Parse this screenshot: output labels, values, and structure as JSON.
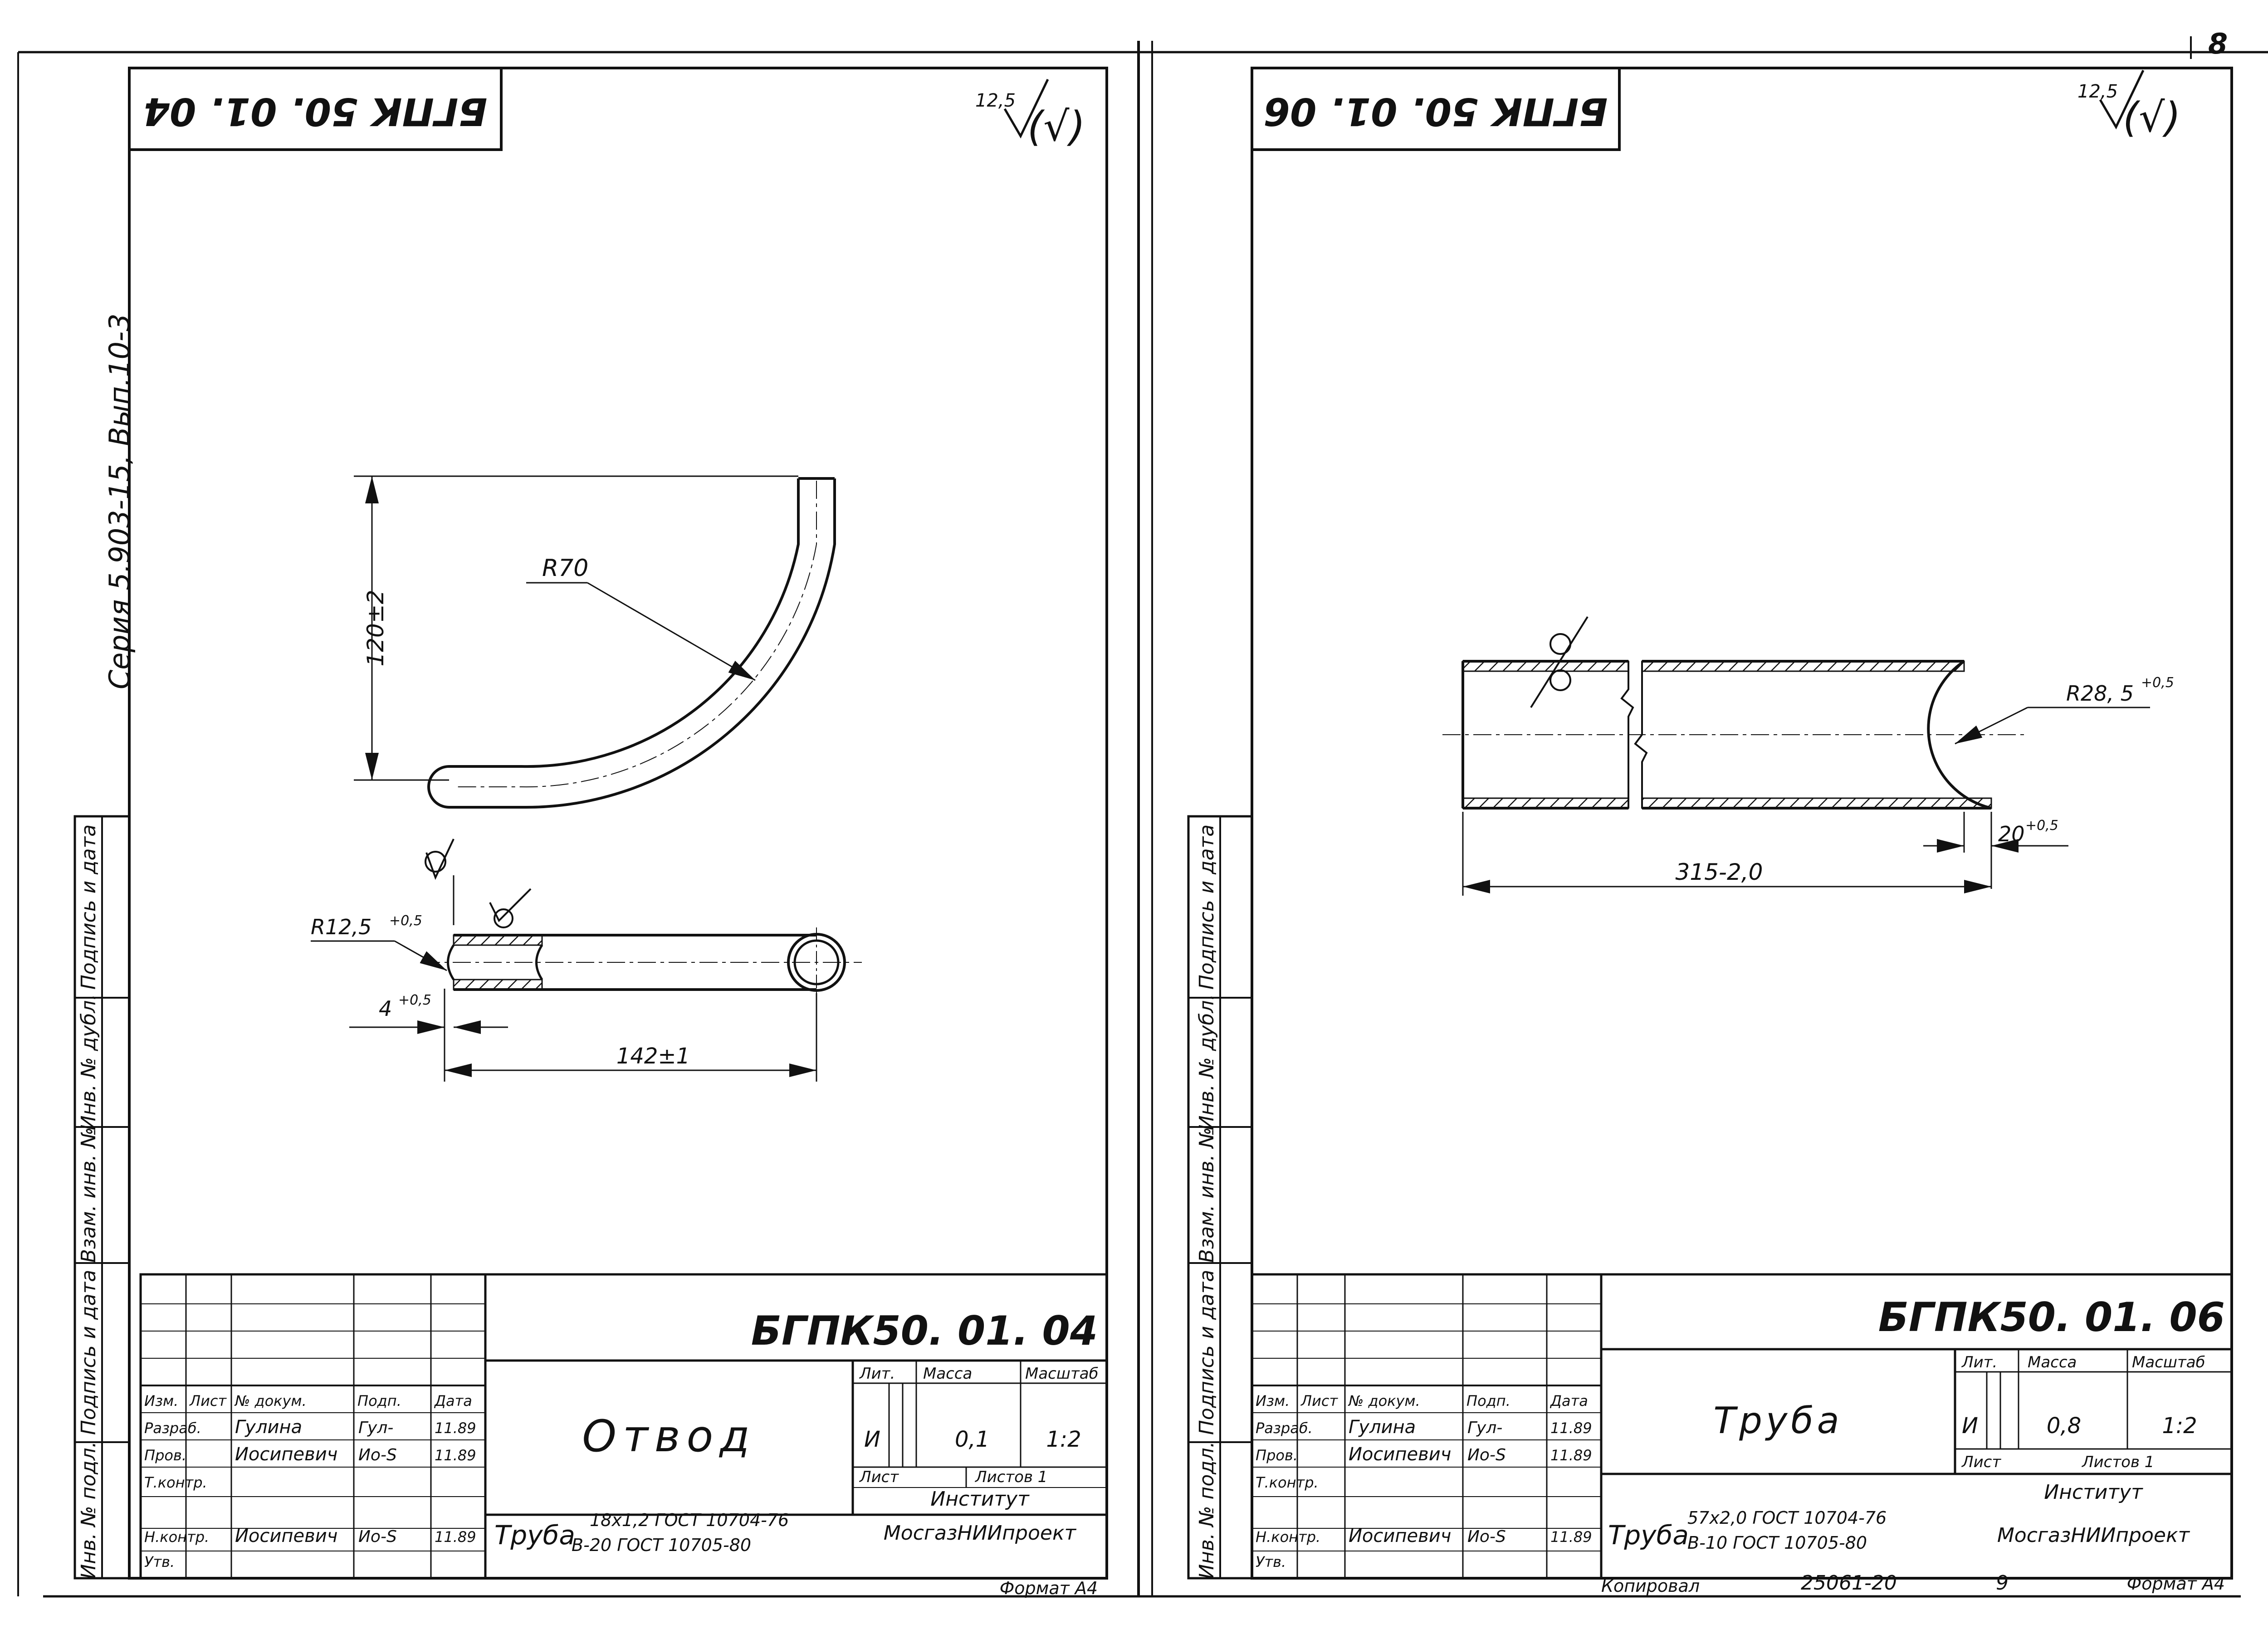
{
  "page_number": "8",
  "side_stamp": "Серия 5.903-15, Вып.10-3",
  "side_columns": [
    "Подпись и дата",
    "Инв. № дубл.",
    "Взам. инв. №",
    "Подпись и дата",
    "Инв. № подл."
  ],
  "sheets": [
    {
      "stamp_code": "БГПК 50. 01. 04",
      "roughness_value": "12,5",
      "roughness_mark": "(√)",
      "dims": {
        "radius": "R70",
        "height": "120±2",
        "end_radius": "R12,5",
        "end_radius_tol": "+0,5",
        "offset": "4",
        "offset_tol": "+0,5",
        "length": "142±1"
      },
      "title_block": {
        "code": "БГПК50. 01. 04",
        "name": "Отвод",
        "lit_header": "Лит.",
        "mass_header": "Масса",
        "scale_header": "Масштаб",
        "lit": "И",
        "mass": "0,1",
        "scale": "1:2",
        "sheet_label": "Лист",
        "sheets_label": "Листов 1",
        "org_line1": "Институт",
        "org_line2": "МосгазНИИпроект",
        "material_label": "Труба",
        "material_line1": "18х1,2 ГОСТ 10704-76",
        "material_line2": "В-20 ГОСТ 10705-80",
        "format": "Формат А4",
        "header_cells": [
          "Изм.",
          "Лист",
          "№ докум.",
          "Подп.",
          "Дата"
        ],
        "rows": [
          {
            "role": "Разраб.",
            "name": "Гулина",
            "sign": "Гул-",
            "date": "11.89"
          },
          {
            "role": "Пров.",
            "name": "Иосипевич",
            "sign": "Ио-S",
            "date": "11.89"
          },
          {
            "role": "Т.контр.",
            "name": "",
            "sign": "",
            "date": ""
          },
          {
            "role": "Н.контр.",
            "name": "Иосипевич",
            "sign": "Ио-S",
            "date": "11.89"
          },
          {
            "role": "Утв.",
            "name": "",
            "sign": "",
            "date": ""
          }
        ]
      }
    },
    {
      "stamp_code": "БГПК 50. 01. 06",
      "roughness_value": "12,5",
      "roughness_mark": "(√)",
      "dims": {
        "radius": "R28, 5",
        "radius_tol": "+0,5",
        "offset": "20",
        "offset_tol": "+0,5",
        "length": "315-2,0"
      },
      "title_block": {
        "code": "БГПК50. 01. 06",
        "name": "Труба",
        "lit_header": "Лит.",
        "mass_header": "Масса",
        "scale_header": "Масштаб",
        "lit": "И",
        "mass": "0,8",
        "scale": "1:2",
        "sheet_label": "Лист",
        "sheets_label": "Листов 1",
        "org_line1": "Институт",
        "org_line2": "МосгазНИИпроект",
        "material_label": "Труба",
        "material_line1": "57х2,0 ГОСТ 10704-76",
        "material_line2": "В-10 ГОСТ 10705-80",
        "format": "Формат А4",
        "header_cells": [
          "Изм.",
          "Лист",
          "№ докум.",
          "Подп.",
          "Дата"
        ],
        "rows": [
          {
            "role": "Разраб.",
            "name": "Гулина",
            "sign": "Гул-",
            "date": "11.89"
          },
          {
            "role": "Пров.",
            "name": "Иосипевич",
            "sign": "Ио-S",
            "date": "11.89"
          },
          {
            "role": "Т.контр.",
            "name": "",
            "sign": "",
            "date": ""
          },
          {
            "role": "Н.контр.",
            "name": "Иосипевич",
            "sign": "Ио-S",
            "date": "11.89"
          },
          {
            "role": "Утв.",
            "name": "",
            "sign": "",
            "date": ""
          }
        ]
      }
    }
  ],
  "footer": {
    "copied_label": "Копировал",
    "order_number": "25061-20",
    "sheet_number": "9",
    "format": "Формат А4"
  }
}
